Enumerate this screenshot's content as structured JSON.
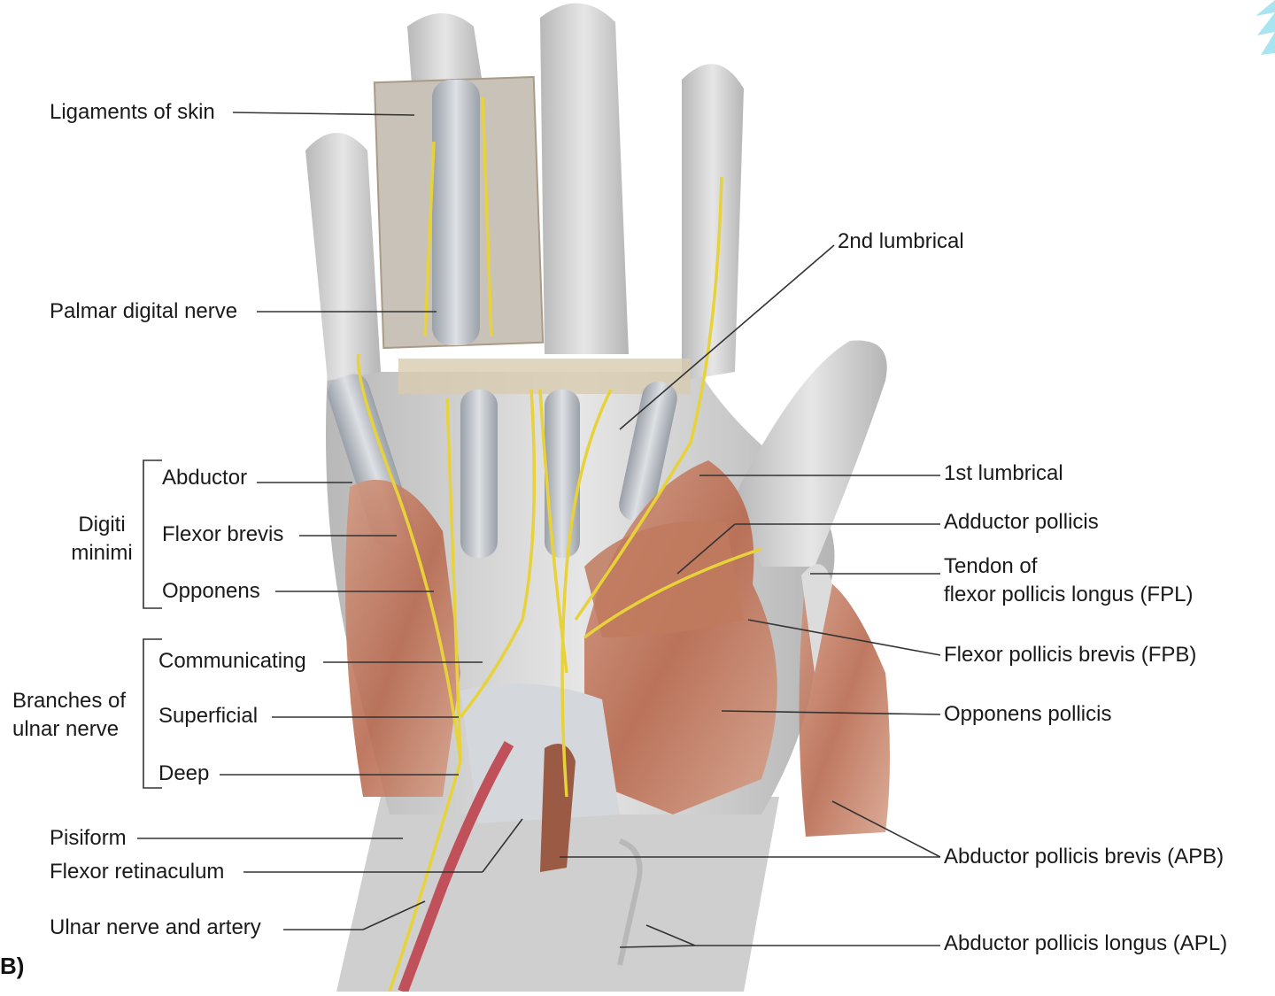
{
  "figure": {
    "panel_letter": "B)",
    "labels_left": {
      "ligaments_of_skin": "Ligaments of skin",
      "palmar_digital_nerve": "Palmar digital nerve",
      "abductor": "Abductor",
      "flexor_brevis": "Flexor brevis",
      "opponens": "Opponens",
      "communicating": "Communicating",
      "superficial": "Superficial",
      "deep": "Deep",
      "pisiform": "Pisiform",
      "flexor_retinaculum": "Flexor retinaculum",
      "ulnar_nerve_and_artery": "Ulnar nerve and artery"
    },
    "group_labels": {
      "digiti_minimi_line1": "Digiti",
      "digiti_minimi_line2": "minimi",
      "branches_line1": "Branches of",
      "branches_line2": "ulnar nerve"
    },
    "labels_right": {
      "second_lumbrical": "2nd lumbrical",
      "first_lumbrical": "1st lumbrical",
      "adductor_pollicis": "Adductor pollicis",
      "tendon_fpl_line1": "Tendon of",
      "tendon_fpl_line2": "flexor pollicis longus (FPL)",
      "flexor_pollicis_brevis": "Flexor pollicis brevis (FPB)",
      "opponens_pollicis": "Opponens pollicis",
      "abductor_pollicis_brevis": "Abductor pollicis brevis (APB)",
      "abductor_pollicis_longus": "Abductor pollicis longus (APL)"
    },
    "colors": {
      "skin": "#d4d4d4",
      "tendon": "#b9bec4",
      "muscle": "#c07a5e",
      "nerve": "#e8d23a",
      "artery": "#c0505a",
      "leader": "#333333"
    }
  }
}
